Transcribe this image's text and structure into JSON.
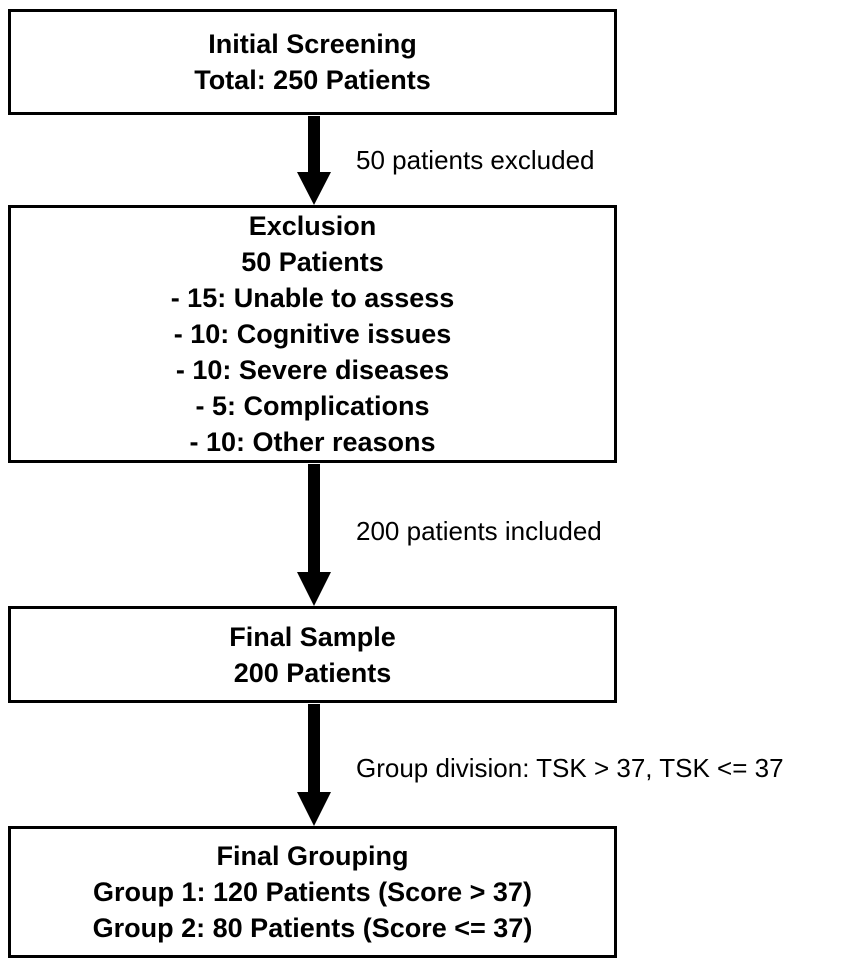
{
  "boxes": {
    "screening": {
      "title": "Initial Screening",
      "lines": [
        "Total: 250 Patients"
      ]
    },
    "exclusion": {
      "title": "Exclusion",
      "lines": [
        "50 Patients",
        "- 15: Unable to assess",
        "- 10: Cognitive issues",
        "- 10: Severe diseases",
        "- 5: Complications",
        "- 10: Other reasons"
      ]
    },
    "final_sample": {
      "title": "Final Sample",
      "lines": [
        "200 Patients"
      ]
    },
    "final_grouping": {
      "title": "Final Grouping",
      "lines": [
        "Group 1: 120 Patients (Score > 37)",
        "Group 2: 80 Patients (Score <= 37)"
      ]
    }
  },
  "edges": {
    "screening_to_exclusion": "50 patients excluded",
    "exclusion_to_sample": "200 patients included",
    "sample_to_grouping": "Group division: TSK > 37, TSK <= 37"
  }
}
